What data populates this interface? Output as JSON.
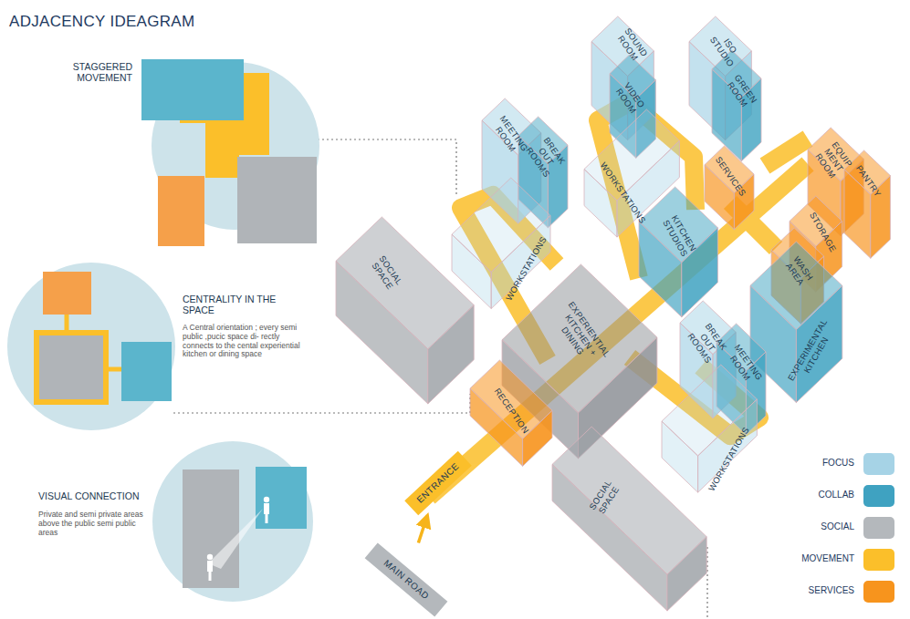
{
  "diagram": {
    "title": "ADJACENCY IDEAGRAM",
    "nodes": [
      {
        "text": [
          "STAGGERED MOVEMENT"
        ]
      },
      {
        "text": [
          "CENTRALITY IN THE SPACE",
          "A Central orientation ; every semi public ,pucic space di- rectly connects to the cental experiential kitchen or dining space"
        ]
      },
      {
        "text": [
          "VISUAL CONNECTION",
          "Private and semi private areas above the public semi public areas"
        ]
      },
      {
        "text": [
          "SOCIAL SPACE"
        ]
      },
      {
        "text": [
          "MEETING ROOM"
        ]
      },
      {
        "text": [
          "BREAK OUT ROOMS"
        ]
      },
      {
        "text": [
          "WORKSTATIONS"
        ]
      },
      {
        "text": [
          "SOUND ROOM"
        ]
      },
      {
        "text": [
          "VIDEO ROOM"
        ]
      },
      {
        "text": [
          "WORKSTATIONS"
        ]
      },
      {
        "text": [
          "ISO STUDIO"
        ]
      },
      {
        "text": [
          "GREEN ROOM"
        ]
      },
      {
        "text": [
          "SERVICES"
        ]
      },
      {
        "text": [
          "EQUIP MENT ROOM"
        ]
      },
      {
        "text": [
          "PANTRY"
        ]
      },
      {
        "text": [
          "KITCHEN STUDIOS"
        ]
      },
      {
        "text": [
          "STORAGE"
        ]
      },
      {
        "text": [
          "WASH AREA"
        ]
      },
      {
        "text": [
          "EXPERIMENTAL KITCHEN"
        ]
      },
      {
        "text": [
          "EXPERIENTIAL KITCHEN + DINING"
        ]
      },
      {
        "text": [
          "RECEPTION"
        ]
      },
      {
        "text": [
          "BREAK OUT ROOMS"
        ]
      },
      {
        "text": [
          "MEETING ROOM"
        ]
      },
      {
        "text": [
          "WORKSTATIONS"
        ]
      },
      {
        "text": [
          "SOCIAL SPACE"
        ]
      },
      {
        "text": [
          "ENTRANCE"
        ]
      },
      {
        "text": [
          "MAIN ROAD"
        ]
      }
    ],
    "edges": [
      {
        "from": 26,
        "to": 25,
        "arrow": "to"
      }
    ],
    "legend": [
      {
        "text": "FOCUS",
        "color": "#a6d3e6"
      },
      {
        "text": "COLLAB",
        "color": "#3fa2c1"
      },
      {
        "text": "SOCIAL",
        "color": "#b4b8bc"
      },
      {
        "text": "MOVEMENT",
        "color": "#fbbf2a"
      },
      {
        "text": "SERVICES",
        "color": "#f7941d"
      }
    ]
  }
}
